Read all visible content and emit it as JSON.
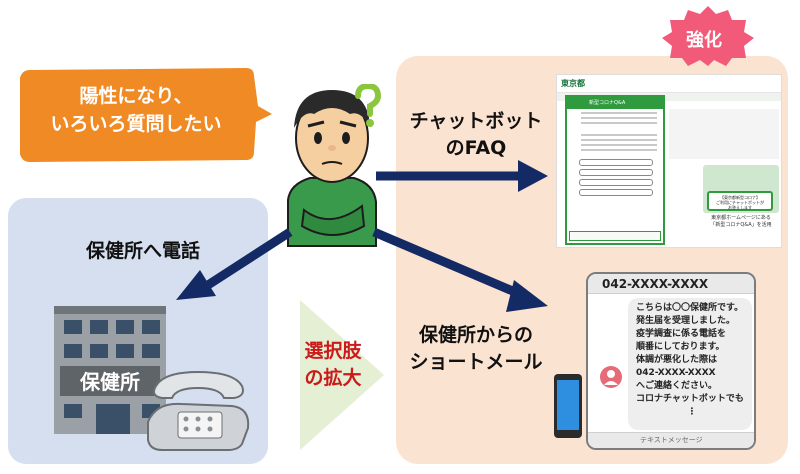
{
  "badge": "強化",
  "speech_bubble": {
    "lines": [
      "陽性になり、",
      "いろいろ質問したい"
    ]
  },
  "labels": {
    "phone_health_center": "保健所へ電話",
    "more_choices": [
      "選択肢",
      "の拡大"
    ],
    "chatbot_faq": [
      "チャットボット",
      "のFAQ"
    ],
    "short_mail": [
      "保健所からの",
      "ショートメール"
    ]
  },
  "building_sign": "保健所",
  "faq_screenshot": {
    "logo": "東京都",
    "chat_header": "新型コロナQ&A",
    "callout": [
      "【東京都新型コロナ】",
      "ご利用にチャットボットが",
      "お答えします"
    ],
    "caption": [
      "東京都ホームページにある",
      "「新型コロナQ&A」を活用"
    ]
  },
  "sms": {
    "sender": "042-XXXX-XXXX",
    "lines": [
      "こちらは〇〇保健所です。",
      "発生届を受理しました。",
      "疫学調査に係る電話を",
      "順番にしております。",
      "体調が悪化した際は",
      "042-XXXX-XXXX",
      "へご連絡ください。",
      "コロナチャットボットでも"
    ],
    "more": "⋮",
    "input_hint": "テキストメッセージ"
  },
  "colors": {
    "speech_bubble": "#f08a24",
    "badge": "#f25a7a",
    "arrow": "#142a64",
    "panel_right": "#fbe3d2",
    "panel_left": "#d6dff0",
    "choices_arrow": "#e4efd3",
    "choices_text": "#cc1a1a",
    "question_mark": "#8cc63f"
  },
  "icons": [
    "person-thinking-icon",
    "question-mark-icon",
    "building-icon",
    "telephone-icon",
    "smartphone-icon",
    "user-avatar-icon"
  ]
}
